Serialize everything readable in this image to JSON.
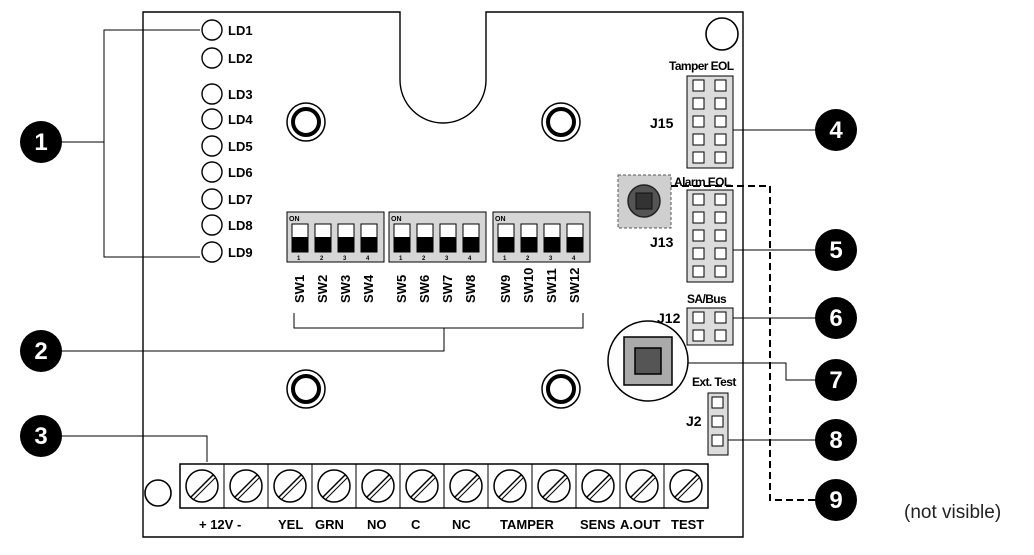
{
  "leds": [
    "LD1",
    "LD2",
    "LD3",
    "LD4",
    "LD5",
    "LD6",
    "LD7",
    "LD8",
    "LD9"
  ],
  "dip_banks": [
    {
      "on_label": "ON",
      "positions": [
        "1",
        "2",
        "3",
        "4"
      ],
      "switches": [
        "SW1",
        "SW2",
        "SW3",
        "SW4"
      ]
    },
    {
      "on_label": "ON",
      "positions": [
        "1",
        "2",
        "3",
        "4"
      ],
      "switches": [
        "SW5",
        "SW6",
        "SW7",
        "SW8"
      ]
    },
    {
      "on_label": "ON",
      "positions": [
        "1",
        "2",
        "3",
        "4"
      ],
      "switches": [
        "SW9",
        "SW10",
        "SW11",
        "SW12"
      ]
    }
  ],
  "jumpers": {
    "tamper_eol": {
      "header": "Tamper EOL",
      "name": "J15"
    },
    "alarm_eol": {
      "header": "Alarm EOL",
      "name": "J13"
    },
    "sa_bus": {
      "header": "SA/Bus",
      "name": "J12"
    },
    "ext_test": {
      "header": "Ext. Test",
      "name": "J2"
    }
  },
  "terminal_labels": [
    "+ 12V -",
    "YEL",
    "GRN",
    "NO",
    "C",
    "NC",
    "TAMPER",
    "SENS",
    "A.OUT",
    "TEST"
  ],
  "callouts": [
    "1",
    "2",
    "3",
    "4",
    "5",
    "6",
    "7",
    "8",
    "9"
  ],
  "callout_note": "(not visible)"
}
